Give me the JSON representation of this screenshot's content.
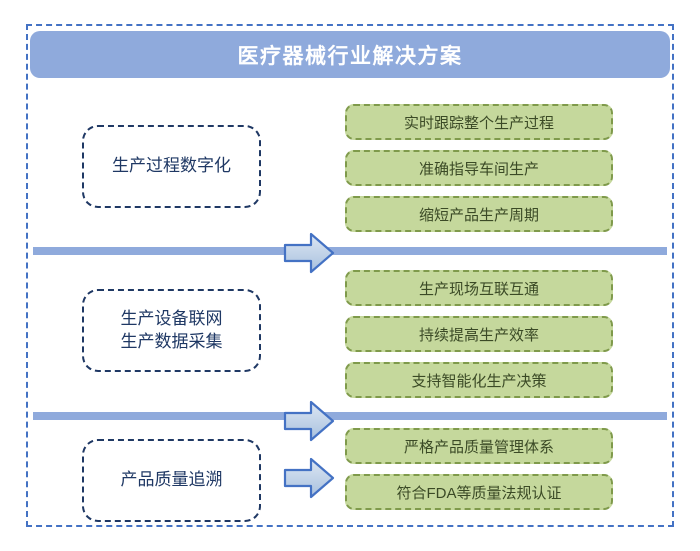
{
  "header": {
    "title": "医疗器械行业解决方案",
    "background_color": "#8faadc",
    "text_color": "#ffffff"
  },
  "frame": {
    "border_color": "#4472c4",
    "style": "dashed"
  },
  "divider": {
    "color": "#8faadc"
  },
  "theme": {
    "topic_border_color": "#1f3864",
    "topic_fill_color": "#ffffff",
    "result_fill_color": "#c5d89c",
    "result_border_color": "#7f9a4b",
    "arrow_fill_color": "#bdd0e9",
    "arrow_border_color": "#4472c4"
  },
  "rows": [
    {
      "topic": "生产过程数字化",
      "arrow_icon": "right-arrow-icon",
      "results": [
        "实时跟踪整个生产过程",
        "准确指导车间生产",
        "缩短产品生产周期"
      ]
    },
    {
      "topic": "生产设备联网\n生产数据采集",
      "arrow_icon": "right-arrow-icon",
      "results": [
        "生产现场互联互通",
        "持续提高生产效率",
        "支持智能化生产决策"
      ]
    },
    {
      "topic": "产品质量追溯",
      "arrow_icon": "right-arrow-icon",
      "results": [
        "严格产品质量管理体系",
        "符合FDA等质量法规认证"
      ]
    }
  ]
}
